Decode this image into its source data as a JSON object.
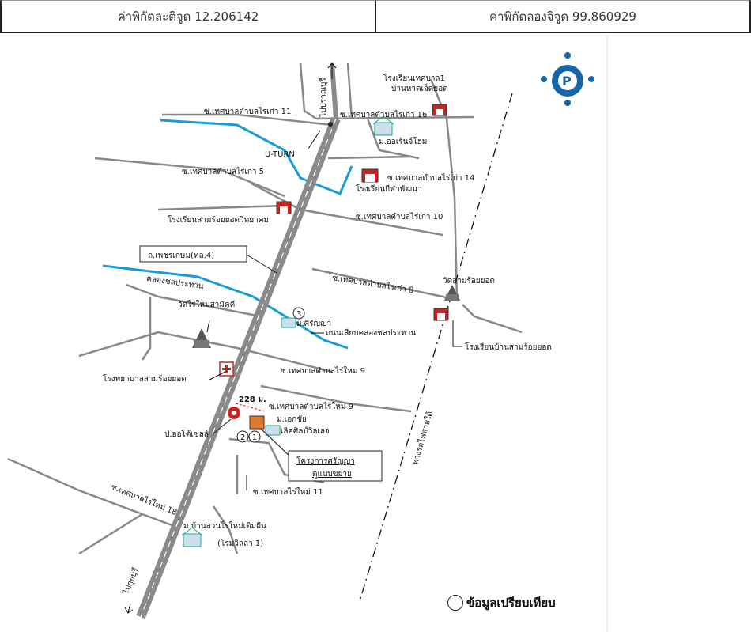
{
  "header": {
    "latitude": "ค่าพิกัดละติจูด 12.206142",
    "longitude": "ค่าพิกัดลองจิจูด 99.860929"
  },
  "labels": {
    "to_pranburi": "ไปปราณบุรี",
    "to_kuiburi": "ไปกุยบุรี",
    "soi_old11": "ซ.เทศบาลตำบลไร่เก่า 11",
    "soi_old16": "ซ.เทศบาลตำบลไร่เก่า 16",
    "school_top": "โรงเรียนเทศบาล1",
    "school_top2": "บ้านหาดเจ็ดยอด",
    "village_oriental": "ม.ออเร้นจ์โฮม",
    "uturn": "U-TURN",
    "soi_old14": "ซ.เทศบาลตำบลไร่เก่า 14",
    "school_kpn": "โรงเรียนกีฬาพัฒนา",
    "soi_old5": "ซ.เทศบาลตำบลไร่เก่า 5",
    "school_sry": "โรงเรียนสามร้อยยอดวิทยาคม",
    "soi_old10": "ซ.เทศบาลตำบลไร่เก่า 10",
    "main_road": "ถ.เพชรเกษม(ทล.4)",
    "canal": "คลองชลประทาน",
    "soi_old8": "ซ.เทศบาลตำบลไร่เก่า 8",
    "temple_sry": "วัดสามร้อยยอด",
    "temple_new": "วัดไร่ใหม่สามัคคี",
    "village_sirin": "ม.ศิรัญญา",
    "canal_road": "ถนนเลียบคลองชลประทาน",
    "school_bsy": "โรงเรียนบ้านสามร้อยยอด",
    "hospital": "โรงพยาบาลสามร้อยยอด",
    "soi_new9a": "ซ.เทศบาลตำบลไร่ใหม่ 9",
    "distance": "228 ม.",
    "soi_new9b": "ซ.เทศบาลตำบลไร่ใหม่ 9",
    "village_ek": "ม.เอกชัย",
    "gas": "ป.ออโต้เซลล์",
    "village_lert": "เลิศศิลป์วิลเลจ",
    "project1": "โครงการศรัญญา",
    "project2": "ดูแบบขยาย",
    "soi_new11": "ซ.เทศบาลไร่ใหม่ 11",
    "railway": "ทางรถไฟสายใต้",
    "soi_new18": "ซ.เทศบาลไร่ใหม่ 18",
    "village_ban": "ม.บ้านสวนไร่ใหม่เติมฝัน",
    "village_ban2": "(โรมวิลล่า 1)",
    "n1": "1",
    "n2": "2",
    "n3": "3",
    "legend": "ข้อมูลเปรียบเทียบ"
  }
}
